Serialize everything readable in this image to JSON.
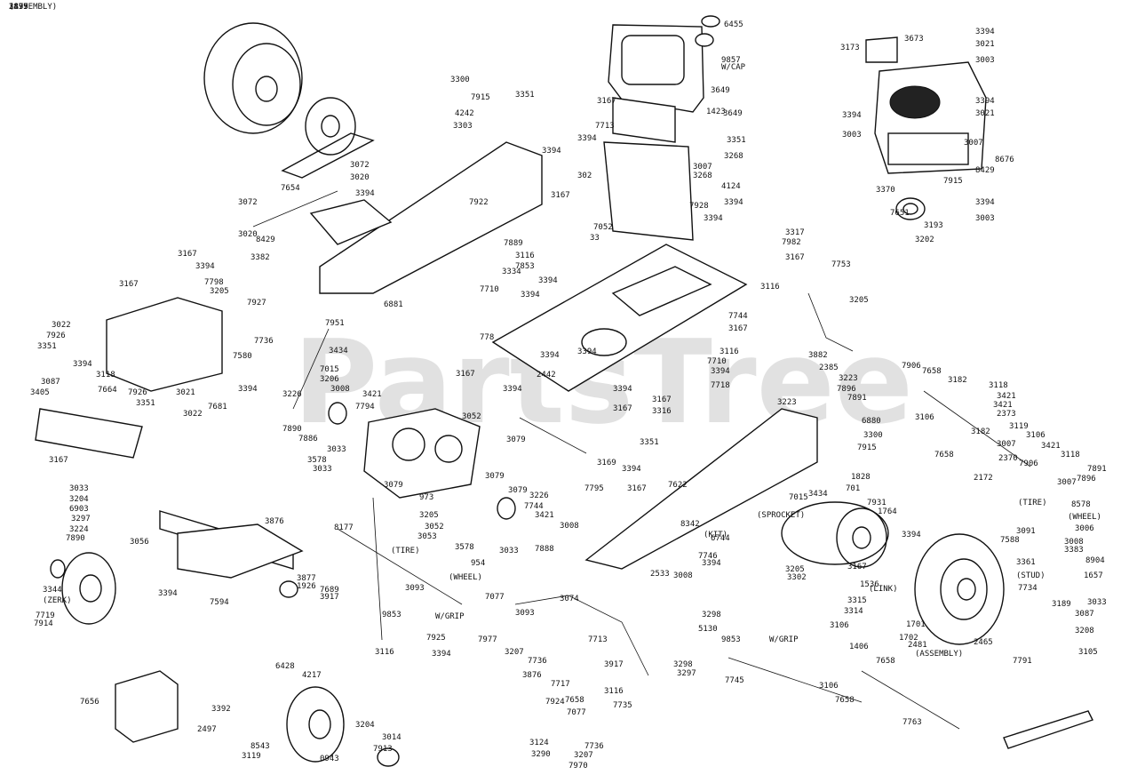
{
  "watermark": "PartsTree",
  "labels": [
    "6455",
    "9857",
    "W/CAP",
    "3649",
    "1423",
    "3649",
    "3351",
    "3268",
    "3007",
    "3268",
    "4124",
    "3673",
    "3021",
    "3394",
    "3003",
    "3173",
    "3394",
    "3021",
    "3394",
    "3003",
    "3007",
    "8429",
    "8676",
    "7915",
    "3394",
    "3370",
    "3003",
    "7651",
    "3193",
    "3202",
    "3300",
    "7915",
    "3351",
    "4242",
    "3303",
    "3167",
    "7713",
    "3394",
    "302",
    "7928",
    "7922",
    "3394",
    "3167",
    "3072",
    "3020",
    "7654",
    "3394",
    "3072",
    "3020",
    "8429",
    "3382",
    "6881",
    "3167",
    "3394",
    "7798",
    "3205",
    "7927",
    "3167",
    "3022",
    "7926",
    "3351",
    "3394",
    "3118",
    "7664",
    "7926",
    "3021",
    "3394",
    "7736",
    "7580",
    "3087",
    "3405",
    "3351",
    "3022",
    "7681",
    "3167",
    "7951",
    "3434",
    "7015",
    "3206",
    "3008",
    "3421",
    "7794",
    "3226",
    "7890",
    "7886",
    "3033",
    "3578",
    "3033",
    "3052",
    "3079",
    "3079",
    "3079",
    "973",
    "3079",
    "3226",
    "7744",
    "3421",
    "3008",
    "3205",
    "3052",
    "3053",
    "3578",
    "3033",
    "7888",
    "7889",
    "3116",
    "7853",
    "33",
    "7052",
    "3334",
    "3394",
    "7710",
    "3394",
    "778",
    "3394",
    "3167",
    "2442",
    "3394",
    "3394",
    "3394",
    "3167",
    "3167",
    "3316",
    "7718",
    "3394",
    "7744",
    "3167",
    "3116",
    "7710",
    "3394",
    "3317",
    "3394",
    "7982",
    "3167",
    "3116",
    "7753",
    "3205",
    "3882",
    "2385",
    "3223",
    "7896",
    "7891",
    "7906",
    "7658",
    "3182",
    "3118",
    "3421",
    "3106",
    "3421",
    "2373",
    "3119",
    "3182",
    "3106",
    "3421",
    "3007",
    "7658",
    "3118",
    "2370",
    "7906",
    "2172",
    "3007",
    "7891",
    "7896",
    "3223",
    "6880",
    "3300",
    "7915",
    "3351",
    "7622",
    "3167",
    "7795",
    "3394",
    "3169",
    "7015",
    "3434",
    "1828",
    "701",
    "7931",
    "1764",
    "(SPROCKET)",
    "8342",
    "(KIT)",
    "6744",
    "7746",
    "3394",
    "2533",
    "3008",
    "3205",
    "3302",
    "3167",
    "3394",
    "1536",
    "(LINK)",
    "3315",
    "3314",
    "1701",
    "1702",
    "2481",
    "(ASSEMBLY)",
    "2465",
    "(TIRE)",
    "8578",
    "(WHEEL)",
    "3091",
    "7588",
    "3006",
    "3008",
    "3383",
    "1657",
    "8904",
    "3361",
    "(STUD)",
    "7734",
    "3033",
    "3189",
    "3087",
    "3208",
    "3033",
    "3204",
    "6903",
    "3297",
    "3224",
    "7890",
    "3056",
    "3876",
    "3877",
    "1926",
    "7594",
    "3394",
    "3344",
    "(ZERK)",
    "7719",
    "7914",
    "8177",
    "(TIRE)",
    "954",
    "(WHEEL)",
    "3093",
    "7689",
    "3917",
    "7077",
    "3093",
    "9853",
    "W/GRIP",
    "7925",
    "3116",
    "7977",
    "3394",
    "3074",
    "3207",
    "7713",
    "7736",
    "3917",
    "3876",
    "7717",
    "3116",
    "7924",
    "7735",
    "7077",
    "3124",
    "7736",
    "3290",
    "3207",
    "7970",
    "3298",
    "3297",
    "3298",
    "5130",
    "9853",
    "W/GRIP",
    "3106",
    "1406",
    "7658",
    "7745",
    "3106",
    "7658",
    "7763",
    "7791",
    "3105",
    "7658",
    "7656",
    "3392",
    "2497",
    "6428",
    "4217",
    "3204",
    "3014",
    "7913",
    "0943",
    "8543",
    "3119",
    "3875",
    "3877",
    "2499",
    "(ASSEMBLY)"
  ]
}
